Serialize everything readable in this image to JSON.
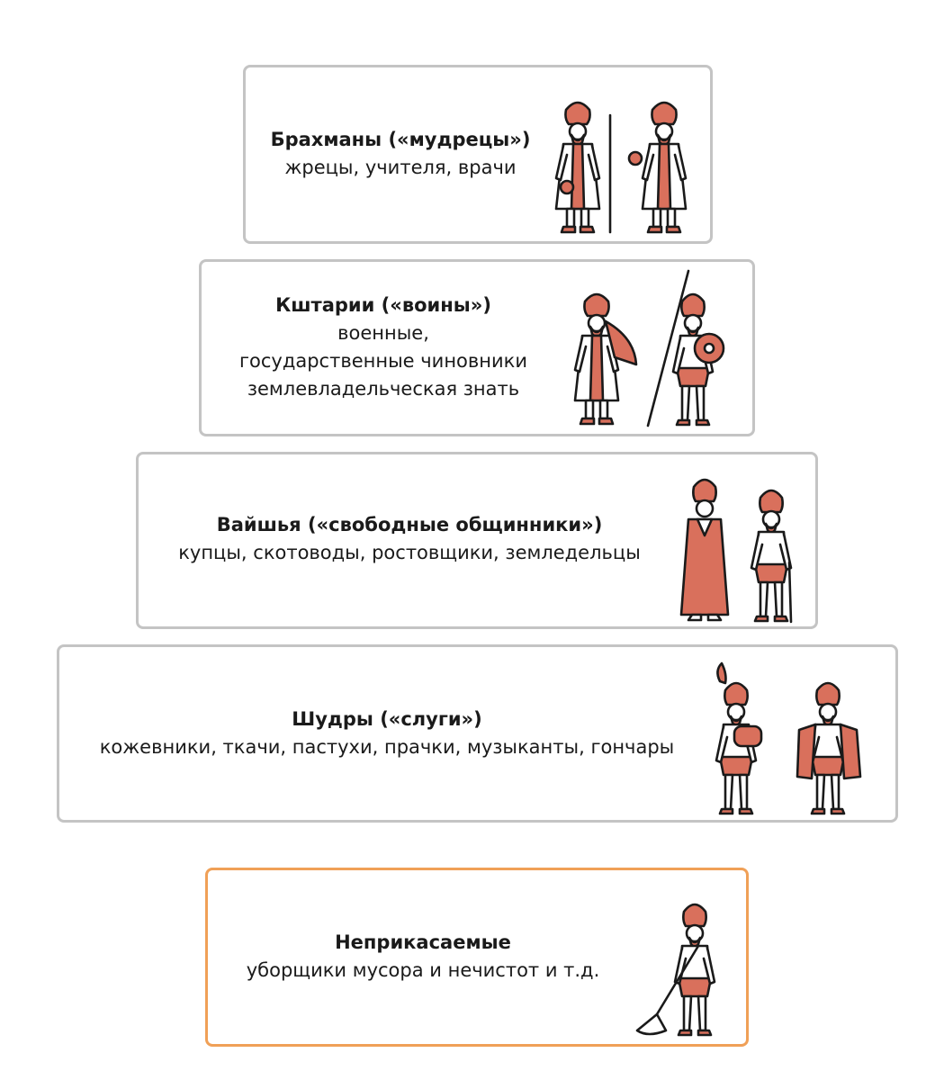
{
  "colors": {
    "accent": "#d9705c",
    "border": "#c4c4c4",
    "highlight": "#f0a057",
    "ink": "#1a1a1a"
  },
  "castes": [
    {
      "title": "Брахманы («мудрецы»)",
      "lines": [
        "жрецы, учителя, врачи"
      ]
    },
    {
      "title": "Кштарии («воины»)",
      "lines": [
        "военные,",
        "государственные чиновники",
        "землевладельческая знать"
      ]
    },
    {
      "title": "Вайшья («свободные общинники»)",
      "lines": [
        "купцы, скотоводы, ростовщики, земледельцы"
      ]
    },
    {
      "title": "Шудры («слуги»)",
      "lines": [
        "кожевники, ткачи, пастухи, прачки, музыканты, гончары"
      ]
    },
    {
      "title": "Неприкасаемые",
      "lines": [
        "уборщики мусора и нечистот и т.д."
      ]
    }
  ]
}
